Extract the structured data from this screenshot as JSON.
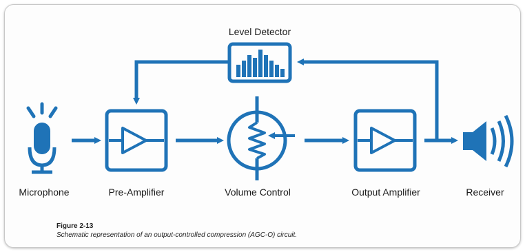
{
  "diagram": {
    "title": "Level Detector",
    "blocks": {
      "microphone": "Microphone",
      "pre_amplifier": "Pre-Amplifier",
      "volume_control": "Volume Control",
      "output_amplifier": "Output Amplifier",
      "receiver": "Receiver"
    },
    "accent_color": "#1f73b7"
  },
  "caption": {
    "figure": "Figure 2-13",
    "text": "Schematic representation of an output-controlled compression (AGC-O) circuit."
  }
}
